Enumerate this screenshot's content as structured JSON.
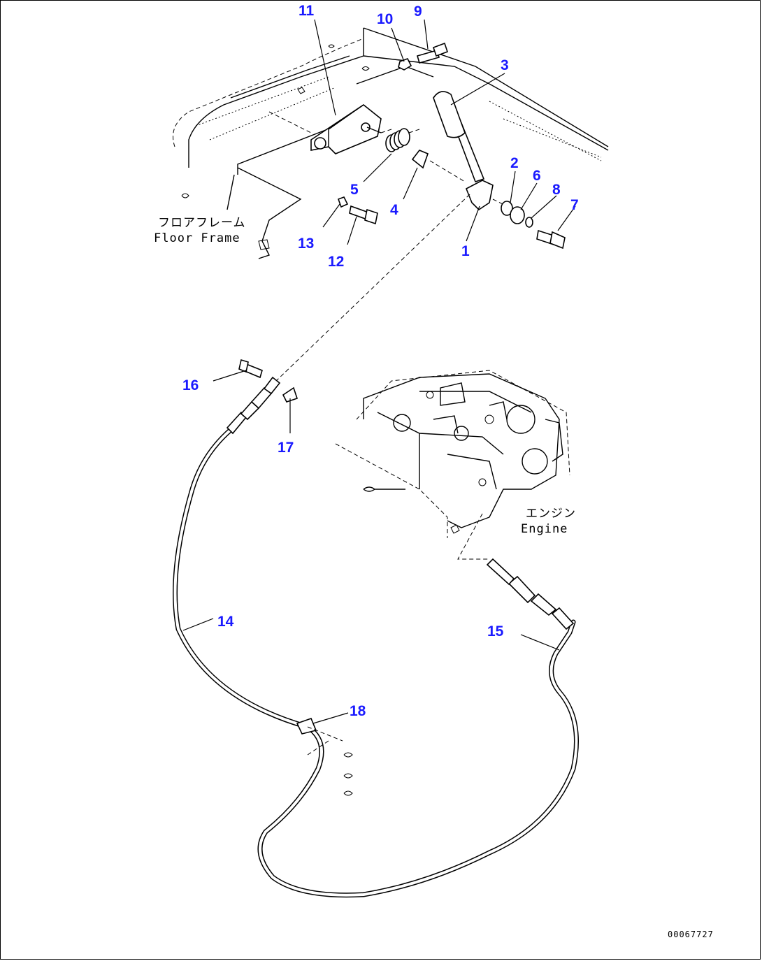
{
  "callouts": [
    "1",
    "2",
    "3",
    "4",
    "5",
    "6",
    "7",
    "8",
    "9",
    "10",
    "11",
    "12",
    "13",
    "14",
    "15",
    "16",
    "17",
    "18"
  ],
  "labels": {
    "floor_frame_jp": "フロアフレーム",
    "floor_frame_en": "Floor Frame",
    "engine_jp": "エンジン",
    "engine_en": "Engine"
  },
  "drawing_code": "00067727",
  "colors": {
    "callout": "#1a1aff",
    "line": "#000000",
    "background": "#ffffff"
  }
}
